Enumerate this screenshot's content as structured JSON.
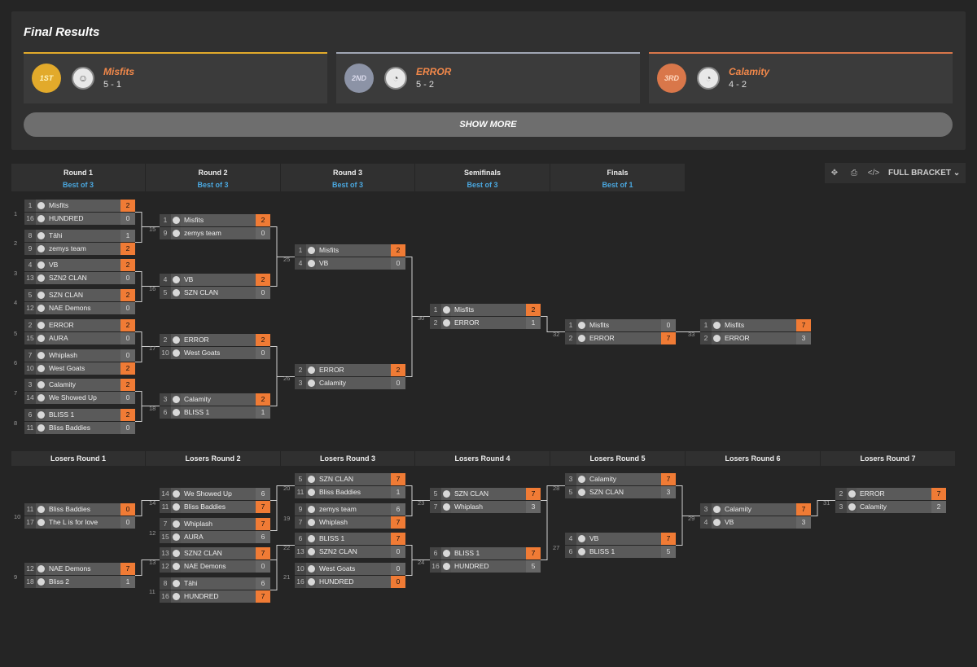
{
  "final": {
    "title": "Final Results",
    "show_more": "SHOW MORE",
    "podium": [
      {
        "medal": "1ST",
        "name": "Misfits",
        "record": "5 - 1",
        "color": "#e2aa2b"
      },
      {
        "medal": "2ND",
        "name": "ERROR",
        "record": "5 - 2",
        "color": "#a0a6b4"
      },
      {
        "medal": "3RD",
        "name": "Calamity",
        "record": "4 - 2",
        "color": "#d9774a"
      }
    ]
  },
  "toolbar": {
    "full_bracket": "FULL BRACKET"
  },
  "winners_rounds": [
    {
      "name": "Round 1",
      "best": "Best of 3"
    },
    {
      "name": "Round 2",
      "best": "Best of 3"
    },
    {
      "name": "Round 3",
      "best": "Best of 3"
    },
    {
      "name": "Semifinals",
      "best": "Best of 3"
    },
    {
      "name": "Finals",
      "best": "Best of 1"
    }
  ],
  "losers_rounds": [
    "Losers Round 1",
    "Losers Round 2",
    "Losers Round 3",
    "Losers Round 4",
    "Losers Round 5",
    "Losers Round 6",
    "Losers Round 7"
  ],
  "matches": [
    {
      "num": "1",
      "t": [
        [
          "1",
          "Misfits",
          "2",
          true
        ],
        [
          "16",
          "HUNDRED",
          "0",
          false
        ]
      ]
    },
    {
      "num": "2",
      "t": [
        [
          "8",
          "Tāhi",
          "1",
          false
        ],
        [
          "9",
          "zemys team",
          "2",
          true
        ]
      ]
    },
    {
      "num": "3",
      "t": [
        [
          "4",
          "VB",
          "2",
          true
        ],
        [
          "13",
          "SZN2 CLAN",
          "0",
          false
        ]
      ]
    },
    {
      "num": "4",
      "t": [
        [
          "5",
          "SZN CLAN",
          "2",
          true
        ],
        [
          "12",
          "NAE Demons",
          "0",
          false
        ]
      ]
    },
    {
      "num": "5",
      "t": [
        [
          "2",
          "ERROR",
          "2",
          true
        ],
        [
          "15",
          "AURA",
          "0",
          false
        ]
      ]
    },
    {
      "num": "6",
      "t": [
        [
          "7",
          "Whiplash",
          "0",
          false
        ],
        [
          "10",
          "West Goats",
          "2",
          true
        ]
      ]
    },
    {
      "num": "7",
      "t": [
        [
          "3",
          "Calamity",
          "2",
          true
        ],
        [
          "14",
          "We Showed Up",
          "0",
          false
        ]
      ]
    },
    {
      "num": "8",
      "t": [
        [
          "6",
          "BLISS 1",
          "2",
          true
        ],
        [
          "11",
          "Bliss Baddies",
          "0",
          false
        ]
      ]
    },
    {
      "num": "15",
      "t": [
        [
          "1",
          "Misfits",
          "2",
          true
        ],
        [
          "9",
          "zemys team",
          "0",
          false
        ]
      ]
    },
    {
      "num": "16",
      "t": [
        [
          "4",
          "VB",
          "2",
          true
        ],
        [
          "5",
          "SZN CLAN",
          "0",
          false
        ]
      ]
    },
    {
      "num": "17",
      "t": [
        [
          "2",
          "ERROR",
          "2",
          true
        ],
        [
          "10",
          "West Goats",
          "0",
          false
        ]
      ]
    },
    {
      "num": "18",
      "t": [
        [
          "3",
          "Calamity",
          "2",
          true
        ],
        [
          "6",
          "BLISS 1",
          "1",
          false
        ]
      ]
    },
    {
      "num": "25",
      "t": [
        [
          "1",
          "Misfits",
          "2",
          true
        ],
        [
          "4",
          "VB",
          "0",
          false
        ]
      ]
    },
    {
      "num": "26",
      "t": [
        [
          "2",
          "ERROR",
          "2",
          true
        ],
        [
          "3",
          "Calamity",
          "0",
          false
        ]
      ]
    },
    {
      "num": "30",
      "t": [
        [
          "1",
          "Misfits",
          "2",
          true
        ],
        [
          "2",
          "ERROR",
          "1",
          false
        ]
      ]
    },
    {
      "num": "32",
      "t": [
        [
          "1",
          "Misfits",
          "0",
          false
        ],
        [
          "2",
          "ERROR",
          "7",
          true
        ]
      ]
    },
    {
      "num": "33",
      "t": [
        [
          "1",
          "Misfits",
          "7",
          true
        ],
        [
          "2",
          "ERROR",
          "3",
          false
        ]
      ]
    },
    {
      "num": "10",
      "t": [
        [
          "11",
          "Bliss Baddies",
          "0",
          true
        ],
        [
          "17",
          "The L is for love",
          "0",
          false
        ]
      ]
    },
    {
      "num": "9",
      "t": [
        [
          "12",
          "NAE Demons",
          "7",
          true
        ],
        [
          "18",
          "Bliss 2",
          "1",
          false
        ]
      ]
    },
    {
      "num": "14",
      "t": [
        [
          "14",
          "We Showed Up",
          "6",
          false
        ],
        [
          "11",
          "Bliss Baddies",
          "7",
          true
        ]
      ]
    },
    {
      "num": "12",
      "t": [
        [
          "7",
          "Whiplash",
          "7",
          true
        ],
        [
          "15",
          "AURA",
          "6",
          false
        ]
      ]
    },
    {
      "num": "13",
      "t": [
        [
          "13",
          "SZN2 CLAN",
          "7",
          true
        ],
        [
          "12",
          "NAE Demons",
          "0",
          false
        ]
      ]
    },
    {
      "num": "11",
      "t": [
        [
          "8",
          "Tāhi",
          "6",
          false
        ],
        [
          "16",
          "HUNDRED",
          "7",
          true
        ]
      ]
    },
    {
      "num": "20",
      "t": [
        [
          "5",
          "SZN CLAN",
          "7",
          true
        ],
        [
          "11",
          "Bliss Baddies",
          "1",
          false
        ]
      ]
    },
    {
      "num": "19",
      "t": [
        [
          "9",
          "zemys team",
          "6",
          false
        ],
        [
          "7",
          "Whiplash",
          "7",
          true
        ]
      ]
    },
    {
      "num": "22",
      "t": [
        [
          "6",
          "BLISS 1",
          "7",
          true
        ],
        [
          "13",
          "SZN2 CLAN",
          "0",
          false
        ]
      ]
    },
    {
      "num": "21",
      "t": [
        [
          "10",
          "West Goats",
          "0",
          false
        ],
        [
          "16",
          "HUNDRED",
          "0",
          true
        ]
      ]
    },
    {
      "num": "23",
      "t": [
        [
          "5",
          "SZN CLAN",
          "7",
          true
        ],
        [
          "7",
          "Whiplash",
          "3",
          false
        ]
      ]
    },
    {
      "num": "24",
      "t": [
        [
          "6",
          "BLISS 1",
          "7",
          true
        ],
        [
          "16",
          "HUNDRED",
          "5",
          false
        ]
      ]
    },
    {
      "num": "28",
      "t": [
        [
          "3",
          "Calamity",
          "7",
          true
        ],
        [
          "5",
          "SZN CLAN",
          "3",
          false
        ]
      ]
    },
    {
      "num": "27",
      "t": [
        [
          "4",
          "VB",
          "7",
          true
        ],
        [
          "6",
          "BLISS 1",
          "5",
          false
        ]
      ]
    },
    {
      "num": "29",
      "t": [
        [
          "3",
          "Calamity",
          "7",
          true
        ],
        [
          "4",
          "VB",
          "3",
          false
        ]
      ]
    },
    {
      "num": "31",
      "t": [
        [
          "2",
          "ERROR",
          "7",
          true
        ],
        [
          "3",
          "Calamity",
          "2",
          false
        ]
      ]
    }
  ]
}
